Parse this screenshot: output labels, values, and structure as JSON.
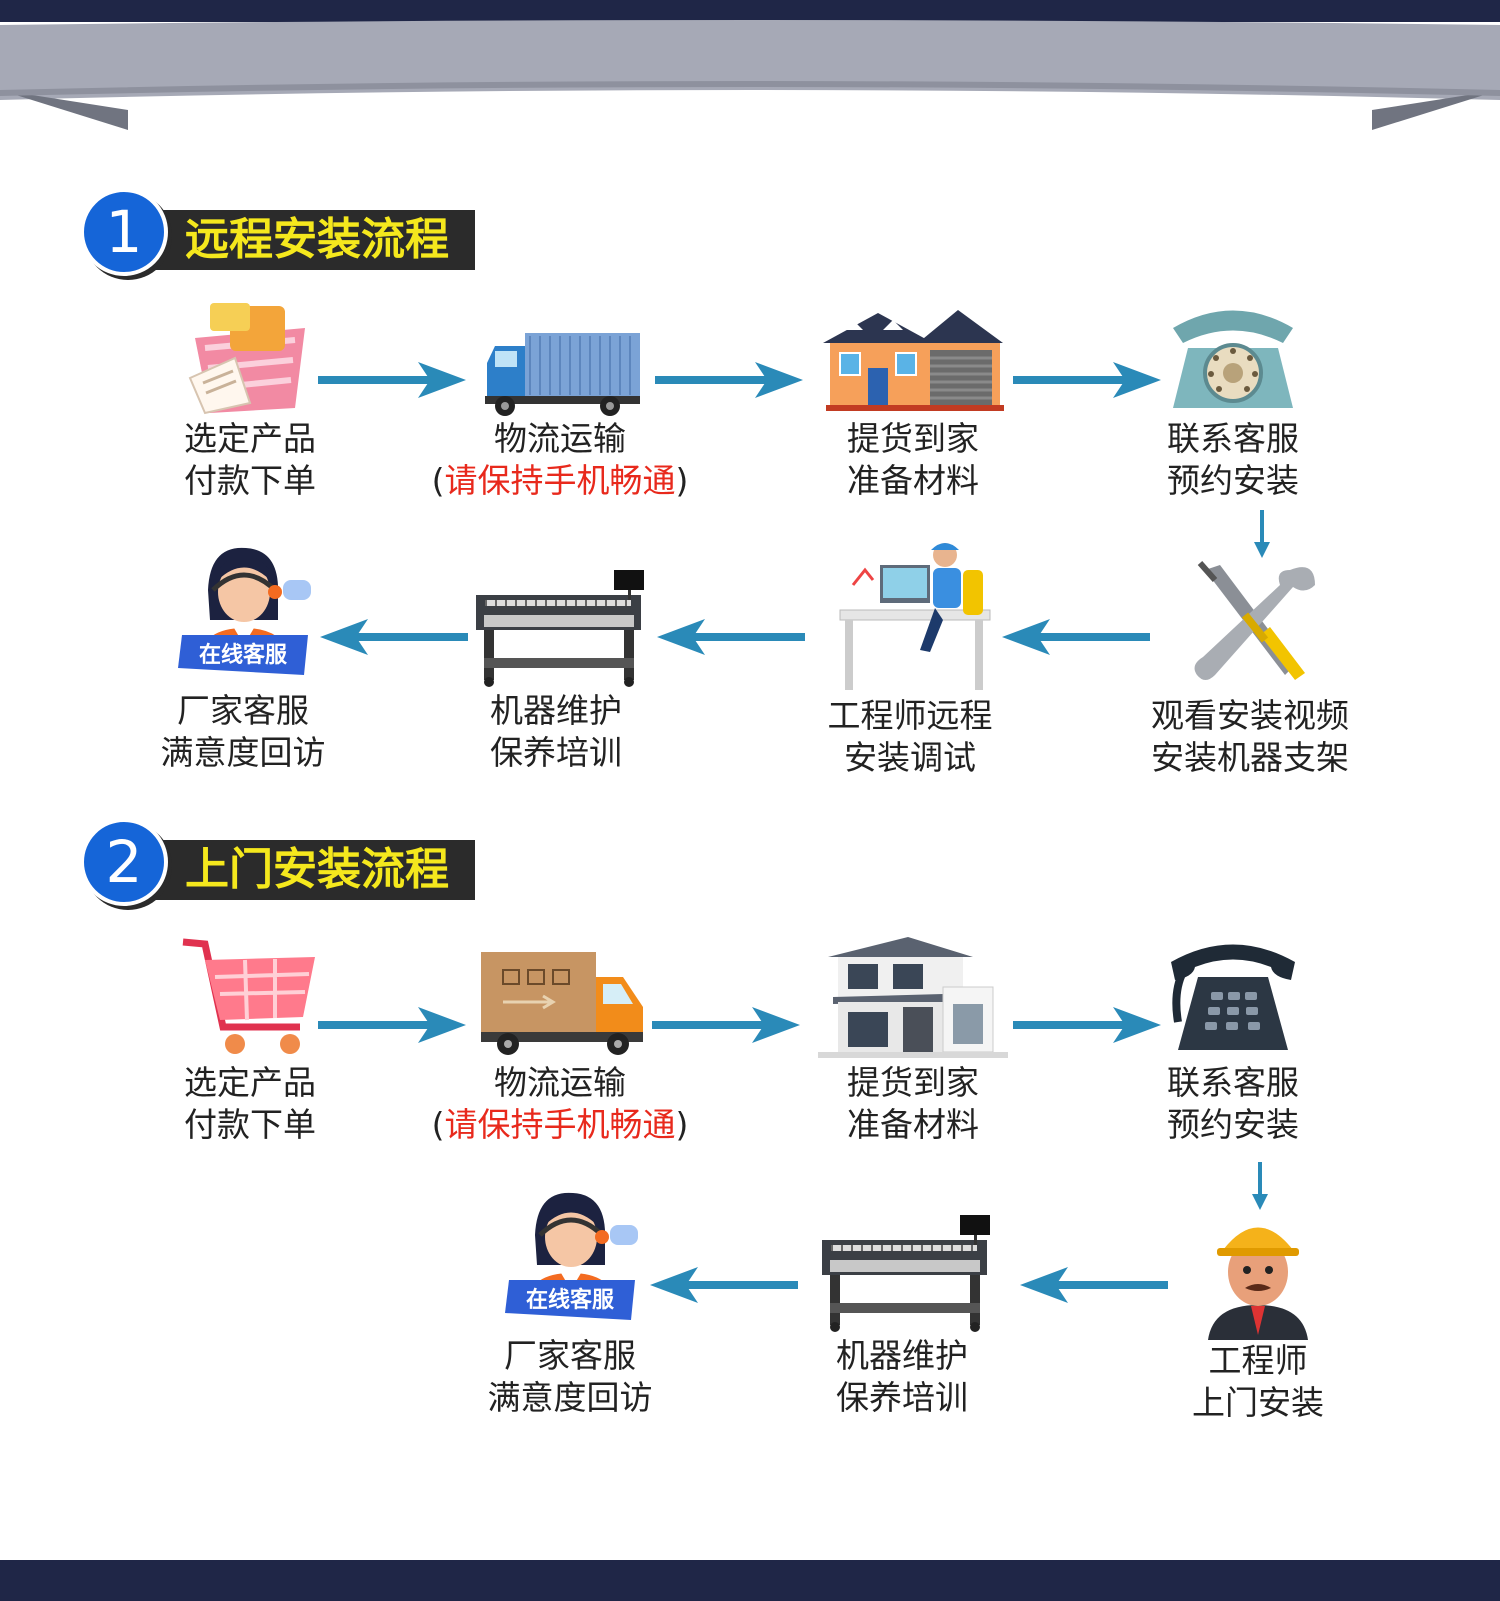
{
  "sections": [
    {
      "number": "1",
      "title": "远程安装流程",
      "steps": [
        {
          "line1": "选定产品",
          "line2": "付款下单",
          "icon": "shopping-basket-icon"
        },
        {
          "line1": "物流运输",
          "line2_open": "(",
          "line2_red": "请保持手机畅通",
          "line2_close": ")",
          "icon": "cargo-truck-icon"
        },
        {
          "line1": "提货到家",
          "line2": "准备材料",
          "icon": "house-icon"
        },
        {
          "line1": "联系客服",
          "line2": "预约安装",
          "icon": "rotary-phone-icon"
        },
        {
          "line1": "观看安装视频",
          "line2": "安装机器支架",
          "icon": "wrench-screwdriver-icon"
        },
        {
          "line1": "工程师远程",
          "line2": "安装调试",
          "icon": "engineer-desk-icon"
        },
        {
          "line1": "机器维护",
          "line2": "保养培训",
          "icon": "printer-machine-icon"
        },
        {
          "line1": "厂家客服",
          "line2": "满意度回访",
          "icon": "customer-service-icon",
          "badge": "在线客服"
        }
      ]
    },
    {
      "number": "2",
      "title": "上门安装流程",
      "steps": [
        {
          "line1": "选定产品",
          "line2": "付款下单",
          "icon": "shopping-cart-icon"
        },
        {
          "line1": "物流运输",
          "line2_open": "(",
          "line2_red": "请保持手机畅通",
          "line2_close": ")",
          "icon": "delivery-truck-icon"
        },
        {
          "line1": "提货到家",
          "line2": "准备材料",
          "icon": "villa-icon"
        },
        {
          "line1": "联系客服",
          "line2": "预约安装",
          "icon": "desk-phone-icon"
        },
        {
          "line1": "工程师",
          "line2": "上门安装",
          "icon": "engineer-helmet-icon"
        },
        {
          "line1": "机器维护",
          "line2": "保养培训",
          "icon": "printer-machine-icon"
        },
        {
          "line1": "厂家客服",
          "line2": "满意度回访",
          "icon": "customer-service-icon",
          "badge": "在线客服"
        }
      ]
    }
  ],
  "colors": {
    "arrow": "#2a8ab8",
    "title_yellow": "#f5e81d",
    "circle_blue": "#1565d8",
    "red_text": "#e8291c",
    "navy": "#1f2647"
  }
}
